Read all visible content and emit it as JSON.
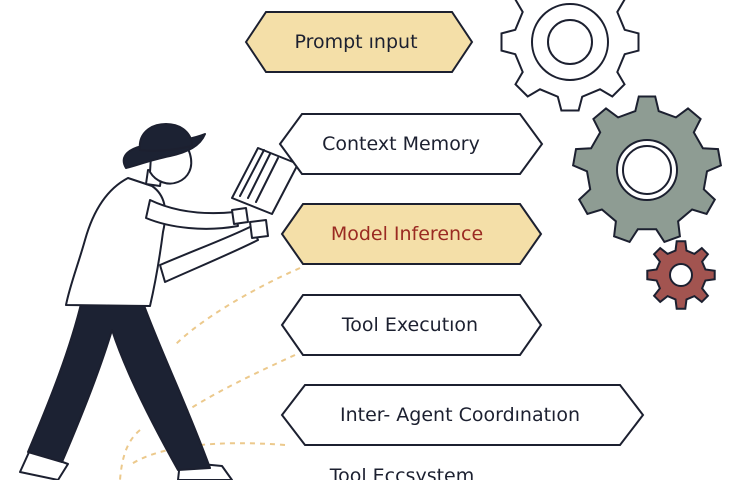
{
  "steps": [
    {
      "label": "Prompt ınput",
      "style": "highlight"
    },
    {
      "label": "Context Memory",
      "style": "plain"
    },
    {
      "label": "Model Inference",
      "style": "highlight-accent"
    },
    {
      "label": "Tool Executıon",
      "style": "plain"
    },
    {
      "label": "Inter- Agent Coordınatıon",
      "style": "plain"
    },
    {
      "label": "Tool Eccsystem",
      "style": "cut-off"
    }
  ],
  "colors": {
    "outline": "#1c2030",
    "highlight_fill": "#f4dfa8",
    "accent_text": "#9a2a22",
    "gear_gray": "#8e9c93",
    "gear_red": "#a25450",
    "figure_navy": "#1c2233",
    "dash": "#ecc98c"
  },
  "icons": [
    "gear-large-outline-icon",
    "gear-gray-icon",
    "gear-red-small-icon",
    "person-carrying-book-illustration"
  ]
}
